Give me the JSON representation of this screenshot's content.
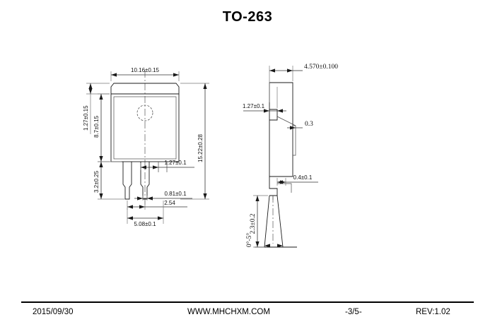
{
  "title": "TO-263",
  "footer": {
    "date": "2015/09/30",
    "website": "WWW.MHCHXM.COM",
    "page": "-3/5-",
    "revision": "REV:1.02"
  },
  "drawing": {
    "package": "TO-263",
    "views": [
      "front-view",
      "side-view"
    ],
    "units": "mm",
    "front_view": {
      "dimensions": {
        "body_width": "10.16±0.15",
        "tab_height": "1.27±0.15",
        "body_height": "8.7±0.15",
        "lead_length": "3.2±0.25",
        "overall_height": "15.22±0.28",
        "lead_width": "1.27±0.1",
        "lead_thickness": "0.81±0.1",
        "lead_pitch": "2.54",
        "lead_span": "5.08±0.1"
      }
    },
    "side_view": {
      "dimensions": {
        "body_thickness": "4.570±0.100",
        "tab_offset": "1.27±0.1",
        "tab_thickness": "0.3",
        "lead_foot": "0.4±0.1",
        "standoff": "2.3±0.2",
        "draft_angle": "0°-5°"
      }
    }
  }
}
